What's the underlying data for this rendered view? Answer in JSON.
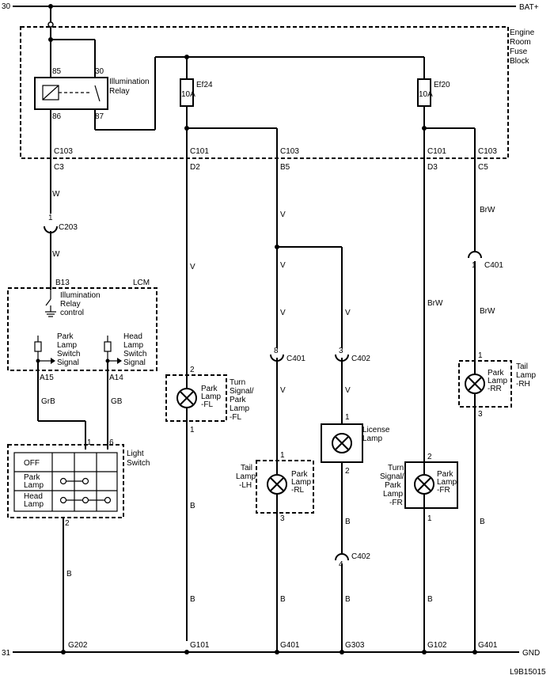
{
  "rails": {
    "top_left": "30",
    "top_right": "BAT+",
    "bottom_left": "31",
    "bottom_right": "GND"
  },
  "figure_id": "L9B15015",
  "fuse_block": {
    "l1": "Engine",
    "l2": "Room",
    "l3": "Fuse",
    "l4": "Block"
  },
  "relay": {
    "l1": "Illumination",
    "l2": "Relay",
    "pin85": "85",
    "pin30": "30",
    "pin86": "86",
    "pin87": "87"
  },
  "fuses": [
    {
      "name": "Ef24",
      "rating": "10A"
    },
    {
      "name": "Ef20",
      "rating": "10A"
    }
  ],
  "connectors": {
    "c103_left": "C103",
    "c3": "C3",
    "c101_a": "C101",
    "d2": "D2",
    "c103_mid": "C103",
    "b5": "B5",
    "c101_b": "C101",
    "d3": "D3",
    "c103_right": "C103",
    "c5": "C5",
    "c203": "C203",
    "c203_pin": "1",
    "c401_rr": "C401",
    "c401_rr_pin": "1",
    "c401_rl": "C401",
    "c401_rl_pin": "8",
    "c402_top": "C402",
    "c402_top_pin": "3",
    "c402_bot": "C402",
    "c402_bot_pin": "4"
  },
  "wires": {
    "w1": "W",
    "w2": "W",
    "v1": "V",
    "v2": "V",
    "v3": "V",
    "v4": "V",
    "v5": "V",
    "v6": "V",
    "v7": "V",
    "brw1": "BrW",
    "brw2": "BrW",
    "brw3": "BrW",
    "grb": "GrB",
    "gb": "GB",
    "b1": "B",
    "b2": "B",
    "b3": "B",
    "b4": "B",
    "b5": "B",
    "b6": "B",
    "b7": "B",
    "b8": "B"
  },
  "lcm": {
    "title": "LCM",
    "b13": "B13",
    "ctrl_l1": "Illumination",
    "ctrl_l2": "Relay",
    "ctrl_l3": "control",
    "park_l1": "Park",
    "park_l2": "Lamp",
    "park_l3": "Switch",
    "park_l4": "Signal",
    "head_l1": "Head",
    "head_l2": "Lamp",
    "head_l3": "Switch",
    "head_l4": "Signal",
    "a15": "A15",
    "a14": "A14"
  },
  "light_switch": {
    "l1": "Light",
    "l2": "Switch",
    "pin1": "1",
    "pin6": "6",
    "pin2": "2",
    "off": "OFF",
    "park_l1": "Park",
    "park_l2": "Lamp",
    "head_l1": "Head",
    "head_l2": "Lamp"
  },
  "lamps": {
    "fl": {
      "l1": "Park",
      "l2": "Lamp",
      "l3": "-FL",
      "o1": "Turn",
      "o2": "Signal/",
      "o3": "Park",
      "o4": "Lamp",
      "o5": "-FL",
      "pin_top": "2",
      "pin_bot": "1"
    },
    "rl": {
      "l1": "Park",
      "l2": "Lamp",
      "l3": "-RL",
      "o1": "Tail",
      "o2": "Lamp",
      "o3": "-LH",
      "pin_top": "1",
      "pin_bot": "3"
    },
    "license": {
      "l1": "License",
      "l2": "Lamp",
      "pin_top": "1",
      "pin_bot": "2"
    },
    "fr": {
      "l1": "Park",
      "l2": "Lamp",
      "l3": "-FR",
      "o1": "Turn",
      "o2": "Signal/",
      "o3": "Park",
      "o4": "Lamp",
      "o5": "-FR",
      "pin_top": "2",
      "pin_bot": "1"
    },
    "rr": {
      "l1": "Park",
      "l2": "Lamp",
      "l3": "-RR",
      "o1": "Tail",
      "o2": "Lamp",
      "o3": "-RH",
      "pin_top": "1",
      "pin_bot": "3"
    }
  },
  "grounds": {
    "g202": "G202",
    "g101": "G101",
    "g401a": "G401",
    "g303": "G303",
    "g102": "G102",
    "g401b": "G401"
  }
}
